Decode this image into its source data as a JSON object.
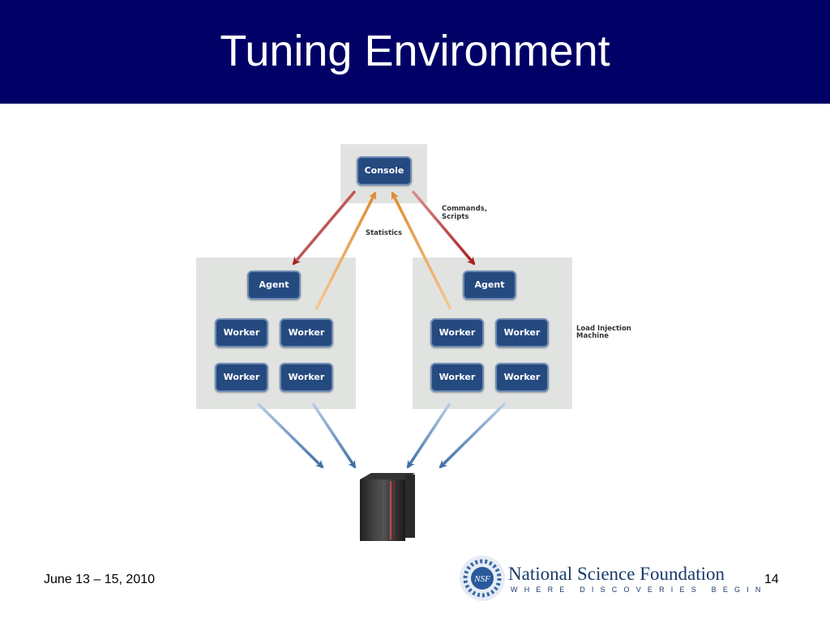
{
  "slide": {
    "title": "Tuning Environment",
    "date": "June 13 – 15, 2010",
    "page_number": "14"
  },
  "diagram": {
    "console": "Console",
    "agent_left": "Agent",
    "agent_right": "Agent",
    "workers_left": [
      "Worker",
      "Worker",
      "Worker",
      "Worker"
    ],
    "workers_right": [
      "Worker",
      "Worker",
      "Worker",
      "Worker"
    ],
    "label_commands": "Commands,",
    "label_scripts": "Scripts",
    "label_statistics": "Statistics",
    "label_load_injection": "Load Injection",
    "label_machine": "Machine",
    "target_icon": "mainframe-server-icon"
  },
  "logo": {
    "name": "National Science Foundation",
    "tagline": "WHERE DISCOVERIES BEGIN",
    "emblem_text": "NSF"
  },
  "colors": {
    "title_bar": "#000066",
    "box": "#254a80",
    "panel": "#e1e3e1",
    "command_arrow": "#b03a3a",
    "statistics_arrow": "#e0943e",
    "load_arrow": "#5b86b8"
  }
}
